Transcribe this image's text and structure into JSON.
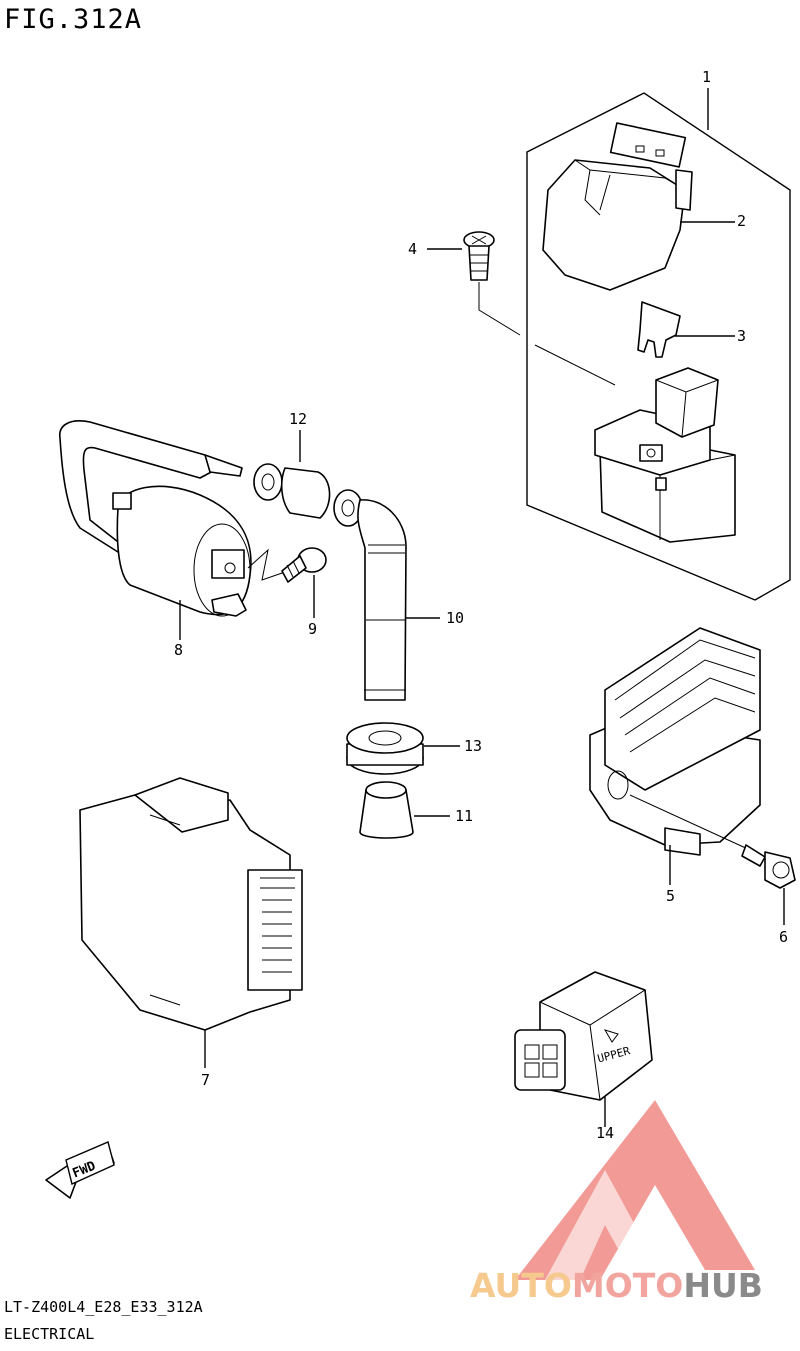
{
  "figure": {
    "title": "FIG.312A",
    "model_code": "LT-Z400L4_E28_E33_312A",
    "section": "ELECTRICAL"
  },
  "callouts": [
    "1",
    "2",
    "3",
    "4",
    "5",
    "6",
    "7",
    "8",
    "9",
    "10",
    "11",
    "12",
    "13",
    "14"
  ],
  "part_markings": {
    "fwd_arrow": "FWD",
    "connector_label": "UPPER"
  },
  "watermark": {
    "part1": "AUTO",
    "part2": "MOTO",
    "part3": "HUB",
    "color_auto": "#f6c98f",
    "color_moto": "#f2a59f",
    "color_hub": "#8a8a8a",
    "color_logo": "#f08a84"
  }
}
